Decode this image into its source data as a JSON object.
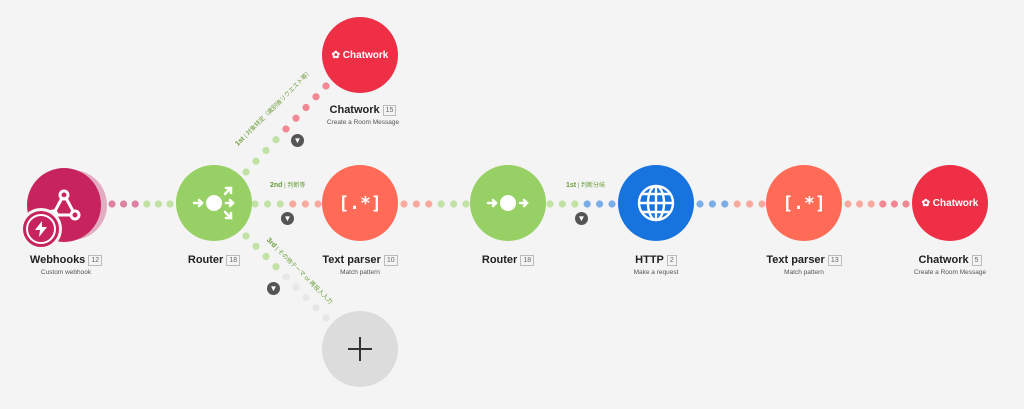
{
  "colors": {
    "webhooks": "#c7245e",
    "router": "#97d165",
    "text_parser": "#ff6b57",
    "http": "#1773de",
    "chatwork": "#ee2f46",
    "add": "#dcdcdc"
  },
  "modules": {
    "webhooks": {
      "title": "Webhooks",
      "num": "12",
      "sub": "Custom webhook",
      "icon": "webhook-icon"
    },
    "router1": {
      "title": "Router",
      "num": "18",
      "icon": "router-icon"
    },
    "chatwork_top": {
      "title": "Chatwork",
      "num": "15",
      "sub": "Create a Room Message",
      "brand": "Chatwork",
      "icon": "chatwork-logo-icon"
    },
    "text_parser1": {
      "title": "Text parser",
      "num": "10",
      "sub": "Match pattern",
      "icon": "text-parser-icon"
    },
    "router2": {
      "title": "Router",
      "num": "18",
      "icon": "router-icon"
    },
    "http": {
      "title": "HTTP",
      "num": "2",
      "sub": "Make a request",
      "icon": "globe-icon"
    },
    "text_parser2": {
      "title": "Text parser",
      "num": "13",
      "sub": "Match pattern",
      "icon": "text-parser-icon"
    },
    "chatwork_end": {
      "title": "Chatwork",
      "num": "5",
      "sub": "Create a Room Message",
      "brand": "Chatwork",
      "icon": "chatwork-logo-icon"
    }
  },
  "routes": {
    "r1_1": {
      "ordinal": "1st",
      "label": "対象特定（識別後リクエスト等）"
    },
    "r1_2": {
      "ordinal": "2nd",
      "label": "判断等"
    },
    "r1_3": {
      "ordinal": "3rd",
      "label": "その他テーマ or 再投入入力"
    },
    "r2_1": {
      "ordinal": "1st",
      "label": "判断分岐"
    }
  },
  "add_module": {
    "icon": "plus-icon"
  }
}
